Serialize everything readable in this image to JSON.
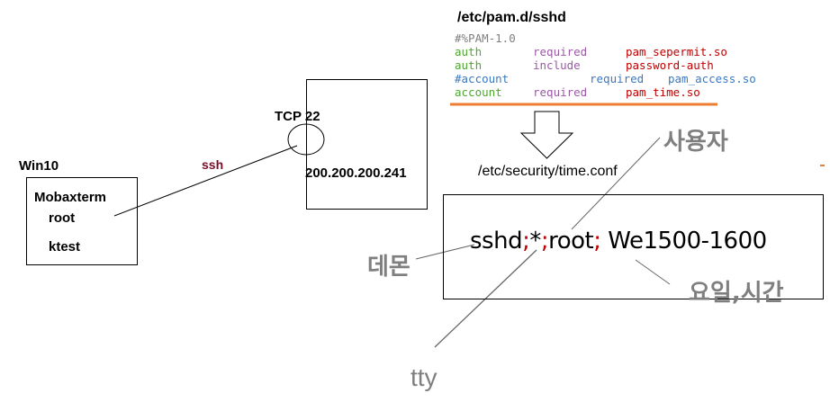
{
  "pam": {
    "title": "/etc/pam.d/sshd",
    "header": "#%PAM-1.0",
    "lines": [
      {
        "type": "auth",
        "control": "required",
        "module": "pam_sepermit.so"
      },
      {
        "type": "auth",
        "control": "include",
        "module": "password-auth"
      },
      {
        "type": "#account",
        "control": "required",
        "module": "pam_access.so"
      },
      {
        "type": "account",
        "control": "required",
        "module": "pam_time.so"
      }
    ]
  },
  "config_path": "/etc/security/time.conf",
  "rule": {
    "service": "sshd",
    "sep1": ";",
    "tty": "*",
    "sep2": ";",
    "user": "root",
    "sep3": ";",
    "time": "We1500-1600"
  },
  "labels": {
    "user": "사용자",
    "daemon": "데몬",
    "day_time": "요일,시간",
    "tty": "tty"
  },
  "client": {
    "os": "Win10",
    "app": "Mobaxterm",
    "user1": "root",
    "user2": "ktest"
  },
  "connection": {
    "protocol": "ssh",
    "port": "TCP 22",
    "server_ip": "200.200.200.241"
  },
  "colors": {
    "underline": "#ed7d31",
    "ssh": "#7b0d2a",
    "semicolon": "#c00000"
  }
}
